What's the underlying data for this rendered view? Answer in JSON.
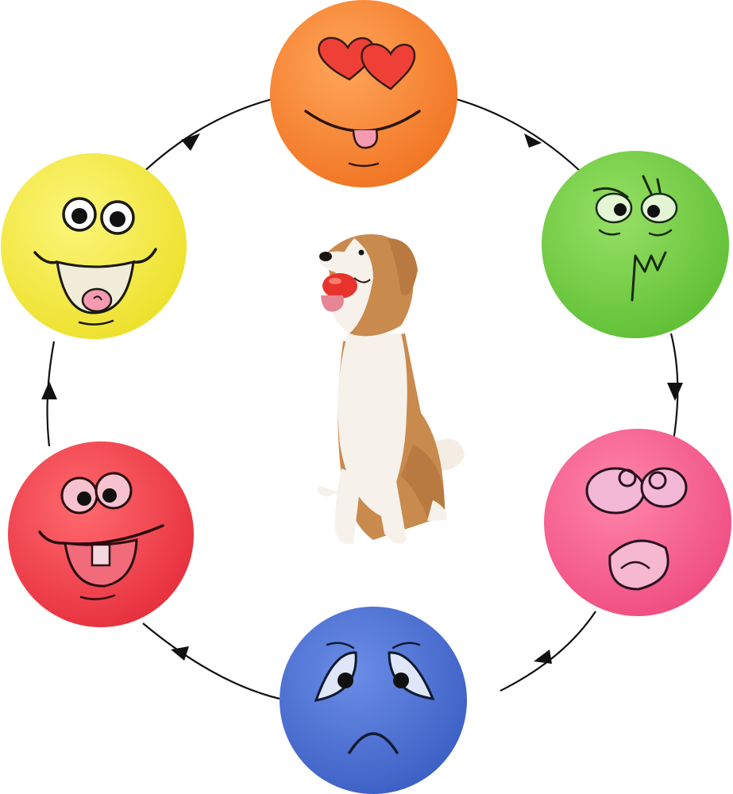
{
  "colors": {
    "background": "#ffffff",
    "cycle_line": "#111111",
    "orange_ball": "#f7832e",
    "green_ball": "#79cf45",
    "pink_ball": "#f65f8f",
    "blue_ball": "#4a6fd2",
    "red_ball": "#f2404c",
    "yellow_ball": "#f3ec3d",
    "heart_red": "#ef4038",
    "tongue_pink": "#f59ab0",
    "dog_white": "#f6f1ea",
    "dog_tan": "#c98a4e",
    "red_toy": "#e8332d"
  },
  "balls": [
    {
      "id": "orange",
      "expression": "heart-eyes-tongue"
    },
    {
      "id": "green",
      "expression": "angry-zigzag"
    },
    {
      "id": "pink",
      "expression": "surprised-open-mouth"
    },
    {
      "id": "blue",
      "expression": "sad-frown"
    },
    {
      "id": "red",
      "expression": "silly-buck-tooth"
    },
    {
      "id": "yellow",
      "expression": "happy-open-mouth"
    }
  ],
  "center_subject": "dog-with-red-toy"
}
